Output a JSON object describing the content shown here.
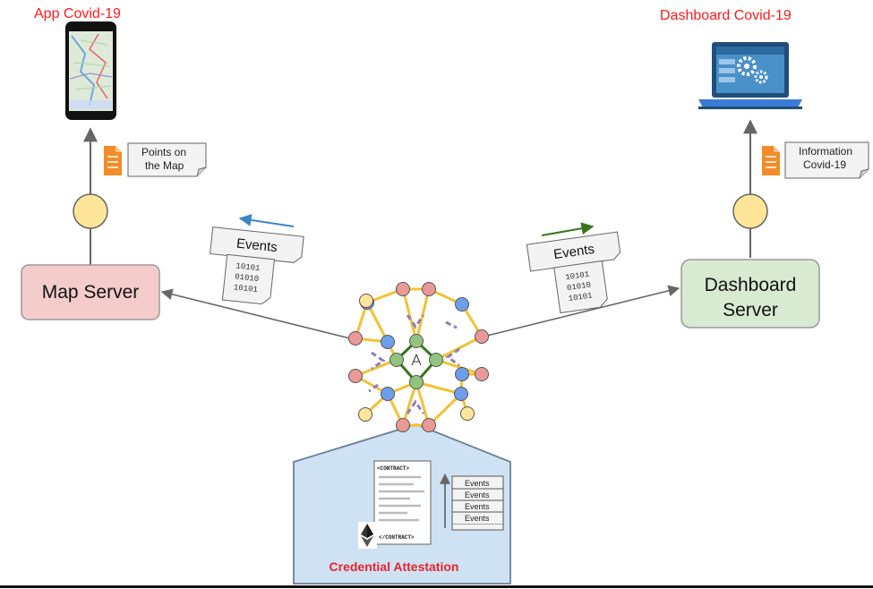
{
  "app": {
    "title": "App Covid-19"
  },
  "dashboard": {
    "title": "Dashboard Covid-19"
  },
  "map_server": {
    "label": "Map Server"
  },
  "dashboard_server": {
    "label_line1": "Dashboard",
    "label_line2": "Server"
  },
  "notes": {
    "points_line1": "Points on",
    "points_line2": "the Map",
    "info_line1": "Information",
    "info_line2": "Covid-19"
  },
  "events_left": {
    "label": "Events",
    "bits": [
      "10101",
      "01010",
      "10101"
    ]
  },
  "events_right": {
    "label": "Events",
    "bits": [
      "10101",
      "01010",
      "10101"
    ]
  },
  "contract": {
    "open_tag": "<CONTRACT>",
    "close_tag": "</CONTRACT>"
  },
  "event_log": [
    "Events",
    "Events",
    "Events",
    "Events"
  ],
  "attestation": {
    "label": "Credential Attestation"
  },
  "colors": {
    "title_red": "#ff1a1a",
    "map_server_fill": "#f4cccc",
    "dashboard_server_fill": "#d9ead3",
    "ledger_fill": "#cfe2f3",
    "node_red": "#ea9999",
    "node_blue": "#6d9eeb",
    "node_green": "#93c47d",
    "node_yellow": "#ffe599",
    "edge_yellow": "#f1c232",
    "edge_purple": "#8e7cc3",
    "arrow_blue": "#3d85c6",
    "arrow_green": "#38761d"
  },
  "icons": [
    "smartphone-map-icon",
    "laptop-gear-icon",
    "document-icon",
    "ethereum-icon"
  ]
}
